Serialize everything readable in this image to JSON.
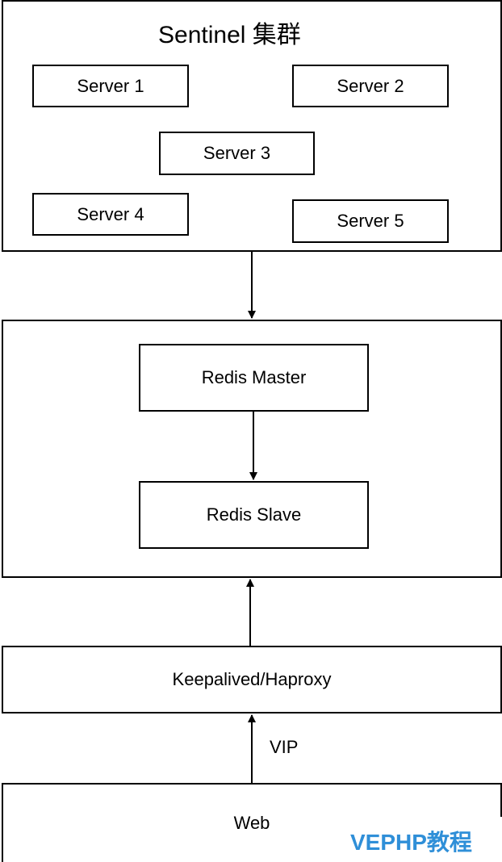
{
  "sentinel": {
    "title": "Sentinel 集群",
    "servers": [
      "Server 1",
      "Server 2",
      "Server 3",
      "Server 4",
      "Server 5"
    ]
  },
  "redis": {
    "master": "Redis Master",
    "slave": "Redis Slave"
  },
  "proxy": {
    "label": "Keepalived/Haproxy"
  },
  "vip": {
    "label": "VIP"
  },
  "web": {
    "label": "Web"
  },
  "watermark": {
    "text": "VEPHP教程",
    "color": "#2f8fd8"
  }
}
